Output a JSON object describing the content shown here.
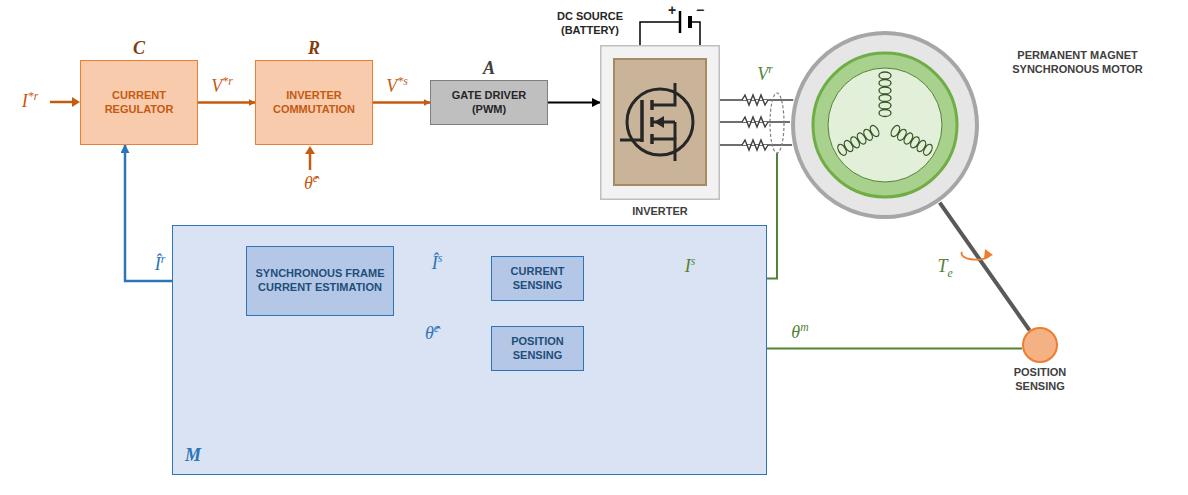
{
  "diagram": {
    "nodes": [
      {
        "text": [
          "C",
          "CURRENT REGULATOR"
        ]
      },
      {
        "text": [
          "R",
          "INVERTER COMMUTATION"
        ]
      },
      {
        "text": [
          "A",
          "GATE DRIVER (PWM)"
        ]
      },
      {
        "text": [
          "INVERTER"
        ]
      },
      {
        "text": [
          "PERMANENT MAGNET SYNCHRONOUS MOTOR"
        ]
      },
      {
        "text": [
          "POSITION SENSING"
        ]
      },
      {
        "text": [
          "M"
        ]
      },
      {
        "text": [
          "SYNCHRONOUS FRAME CURRENT ESTIMATION"
        ],
        "in": 6
      },
      {
        "text": [
          "CURRENT SENSING"
        ],
        "in": 6
      },
      {
        "text": [
          "POSITION SENSING"
        ],
        "in": 6
      }
    ],
    "edges": [
      {
        "from": 0,
        "to": 1,
        "arrow": "to",
        "label": "V*r"
      },
      {
        "from": 1,
        "to": 2,
        "arrow": "to",
        "label": "V*s"
      },
      {
        "from": 2,
        "to": 3,
        "arrow": "to"
      },
      {
        "from": 3,
        "to": 4,
        "arrow": "none",
        "label": "Vr"
      },
      {
        "from": 4,
        "to": 8,
        "arrow": "to",
        "label": "Is"
      },
      {
        "from": 5,
        "to": 9,
        "arrow": "to",
        "label": "θm"
      },
      {
        "from": 8,
        "to": 7,
        "arrow": "to",
        "label": "Îs"
      },
      {
        "from": 9,
        "to": 7,
        "arrow": "to",
        "label": "θ̂e"
      },
      {
        "from": 7,
        "to": 0,
        "arrow": "to",
        "label": "Îr"
      },
      {
        "from": 4,
        "to": 5,
        "arrow": "none"
      }
    ],
    "labels": [
      "DC SOURCE (BATTERY)",
      "+",
      "−",
      "I*r",
      "θ̂e",
      "Te"
    ]
  }
}
